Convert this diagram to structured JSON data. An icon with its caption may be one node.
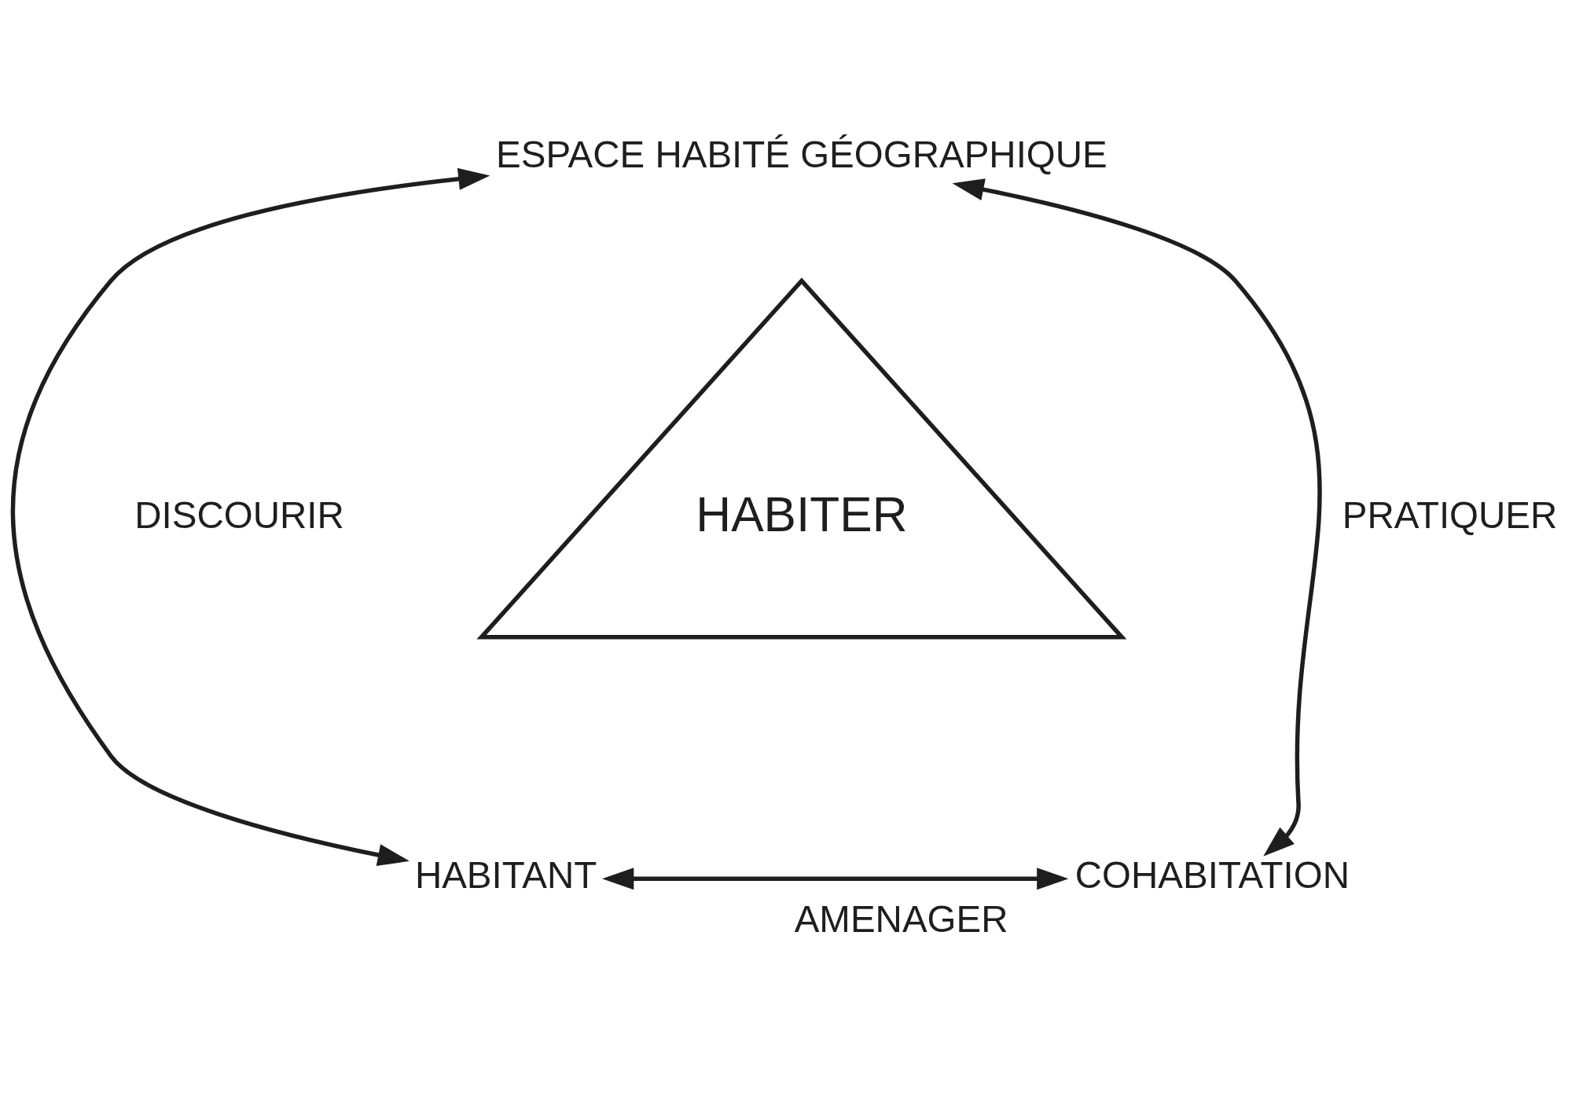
{
  "diagram": {
    "nodes": [
      {
        "text": [
          "ESPACE HABITÉ GÉOGRAPHIQUE"
        ]
      },
      {
        "text": [
          "HABITER"
        ]
      },
      {
        "text": [
          "HABITANT"
        ]
      },
      {
        "text": [
          "COHABITATION"
        ]
      }
    ],
    "edges": [
      {
        "from": 0,
        "to": 2,
        "arrow": "both",
        "label": "DISCOURIR"
      },
      {
        "from": 0,
        "to": 3,
        "arrow": "both",
        "label": "PRATIQUER"
      },
      {
        "from": 2,
        "to": 3,
        "arrow": "both",
        "label": "AMENAGER"
      }
    ]
  }
}
